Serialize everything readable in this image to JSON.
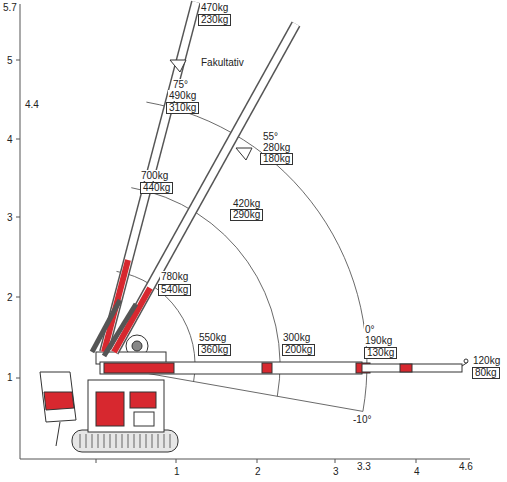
{
  "diagram": {
    "nodes": [
      {
        "text": [
          "230kg"
        ]
      },
      {
        "text": [
          "310kg"
        ]
      },
      {
        "text": [
          "180kg"
        ]
      },
      {
        "text": [
          "440kg"
        ]
      },
      {
        "text": [
          "290kg"
        ]
      },
      {
        "text": [
          "540kg"
        ]
      },
      {
        "text": [
          "360kg"
        ]
      },
      {
        "text": [
          "200kg"
        ]
      },
      {
        "text": [
          "130kg"
        ]
      },
      {
        "text": [
          "80kg"
        ]
      }
    ],
    "labels": [
      "5.7",
      "5",
      "4.4",
      "4",
      "3",
      "2",
      "1",
      "1",
      "2",
      "3",
      "3.3",
      "4",
      "4.6",
      "470kg",
      "Fakultativ",
      "75°",
      "490kg",
      "55°",
      "280kg",
      "700kg",
      "420kg",
      "780kg",
      "550kg",
      "300kg",
      "0°",
      "190kg",
      "120kg",
      "-10°"
    ]
  }
}
